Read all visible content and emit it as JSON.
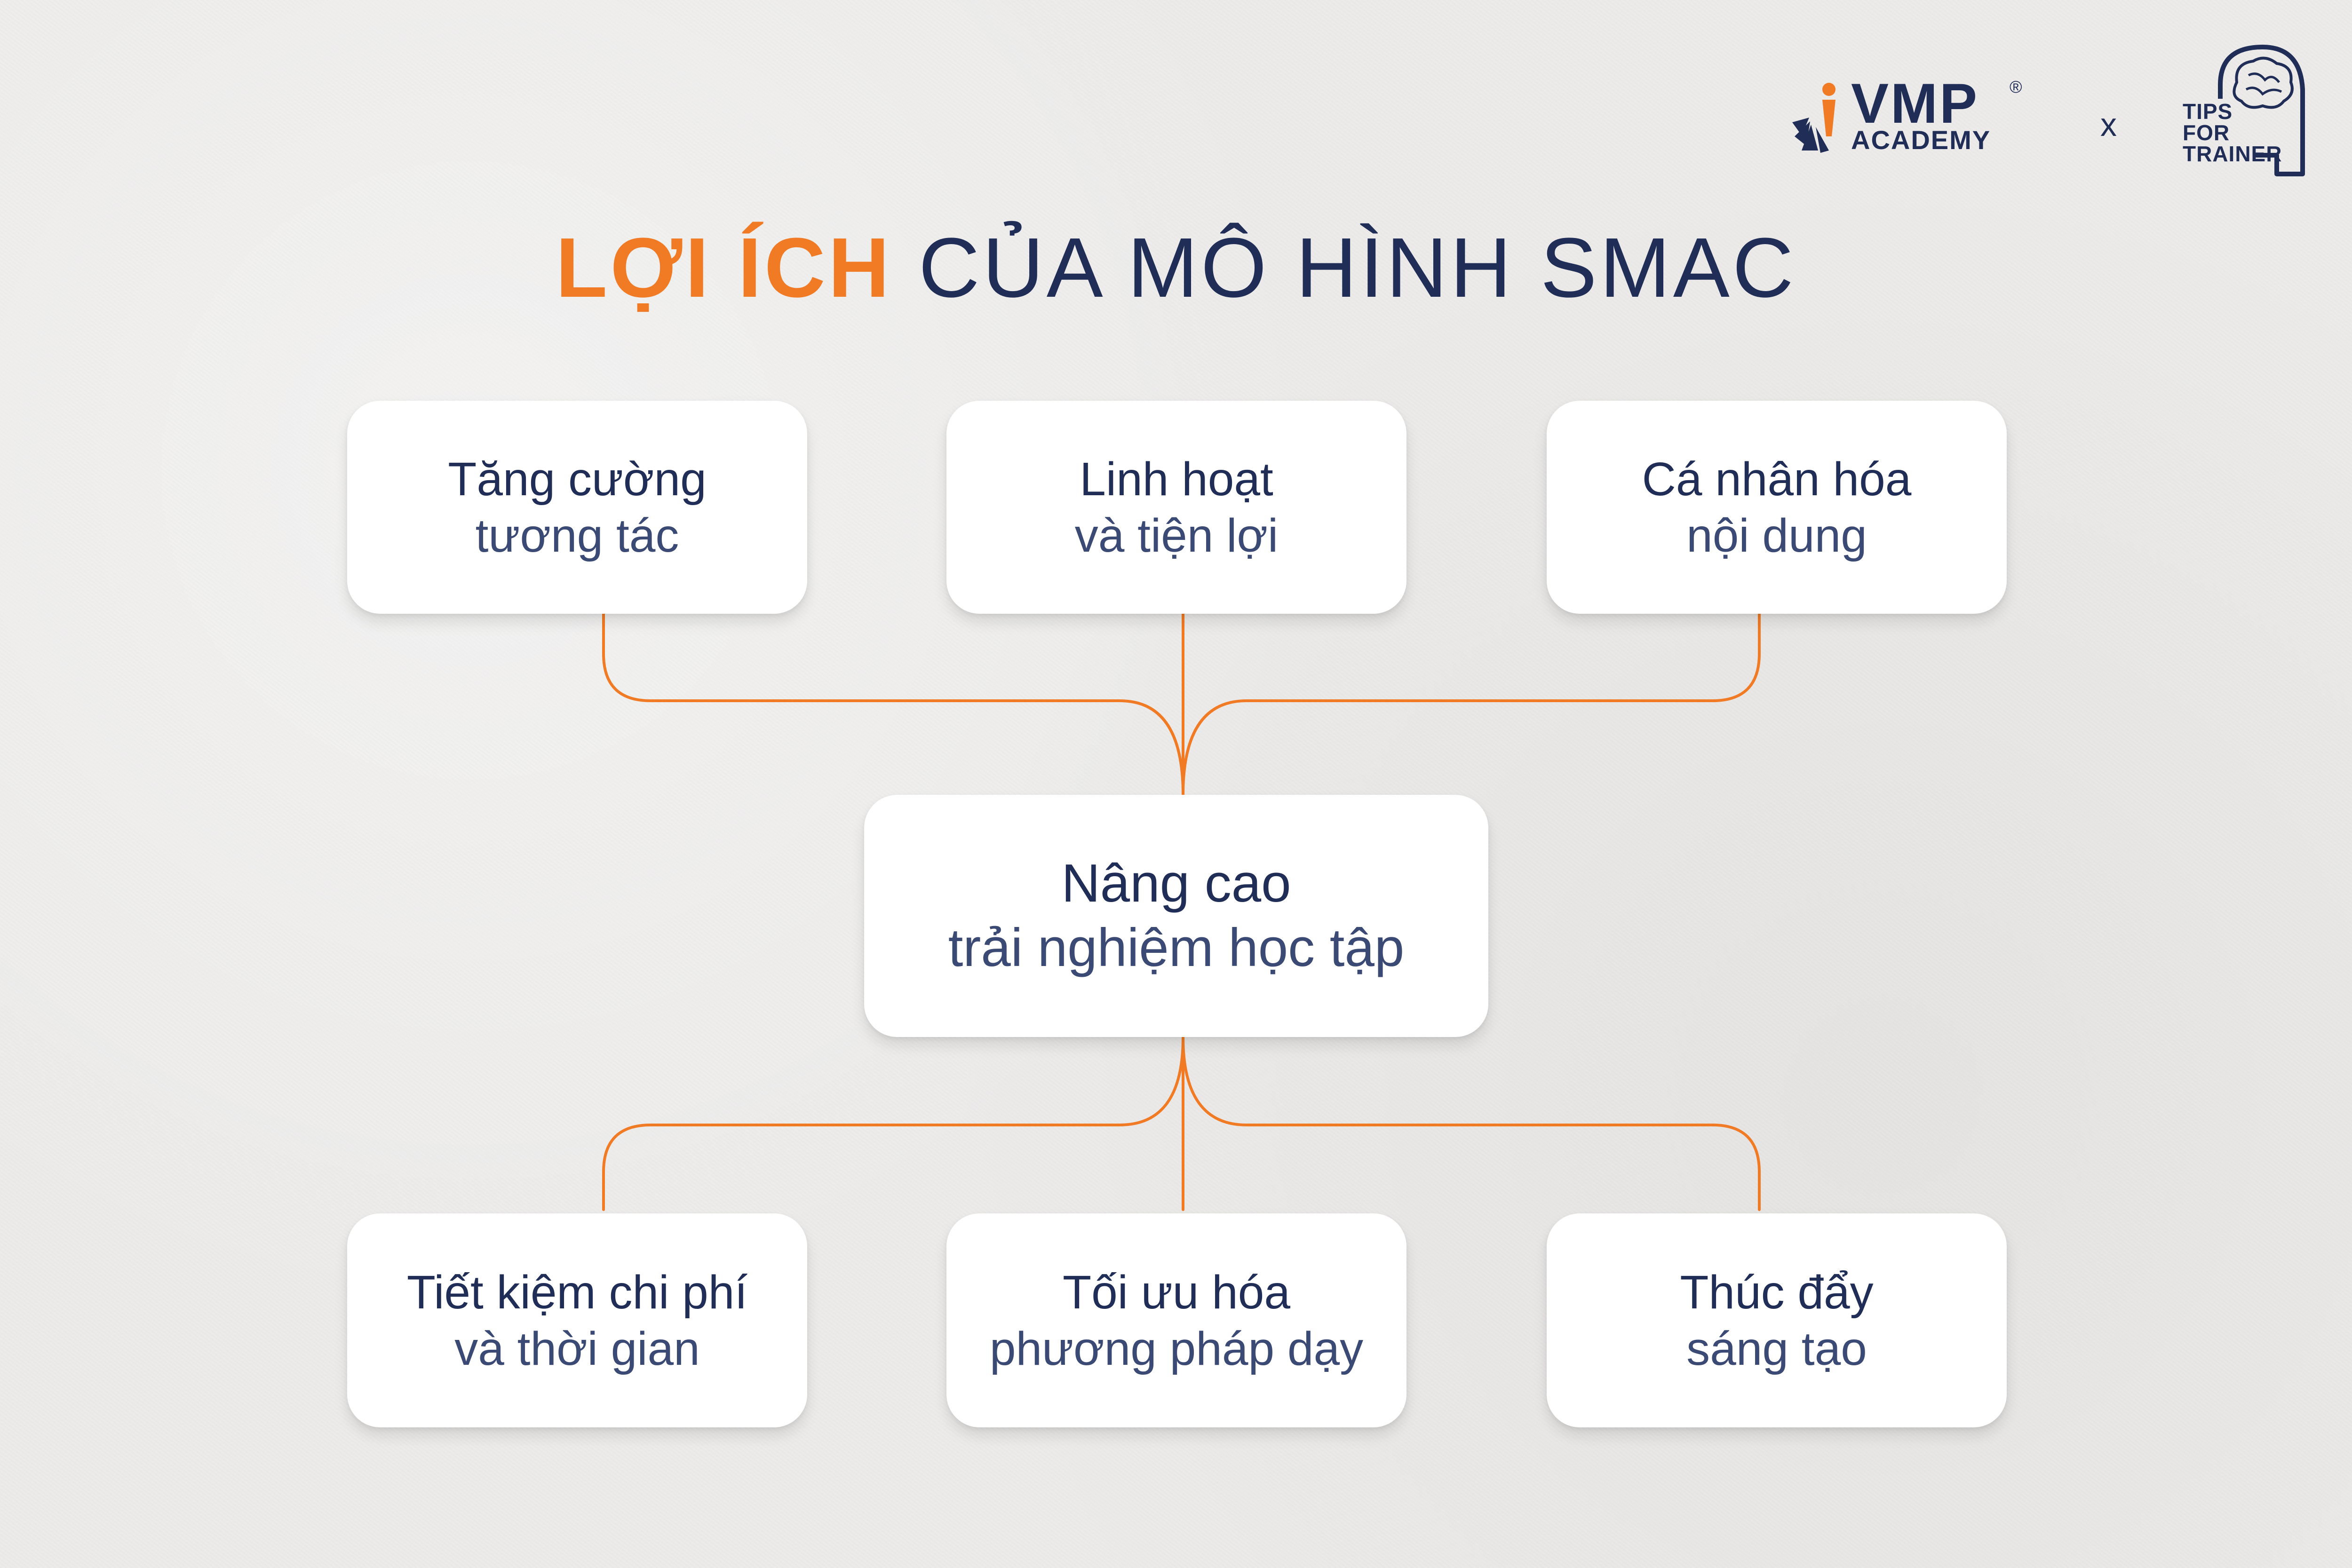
{
  "title": {
    "highlight": "LỢI ÍCH",
    "rest": "CỦA MÔ HÌNH SMAC"
  },
  "brand": {
    "vmp_name": "VMP",
    "vmp_sub": "ACADEMY",
    "registered": "®",
    "separator": "x",
    "tft_lines": [
      "TIPS",
      "FOR",
      "TRAINER"
    ]
  },
  "colors": {
    "accent": "#f07b24",
    "navy": "#1f2d57",
    "box": "#ffffff",
    "background": "#ecebea"
  },
  "diagram": {
    "top": [
      {
        "line1": "Tăng cường",
        "line2": "tương tác"
      },
      {
        "line1": "Linh hoạt",
        "line2": "và tiện lợi"
      },
      {
        "line1": "Cá nhân hóa",
        "line2": "nội dung"
      }
    ],
    "center": {
      "line1": "Nâng cao",
      "line2": "trải nghiệm học tập"
    },
    "bottom": [
      {
        "line1": "Tiết kiệm chi phí",
        "line2": "và thời gian"
      },
      {
        "line1": "Tối ưu hóa",
        "line2": "phương pháp dạy"
      },
      {
        "line1": "Thúc đẩy",
        "line2": "sáng tạo"
      }
    ]
  }
}
